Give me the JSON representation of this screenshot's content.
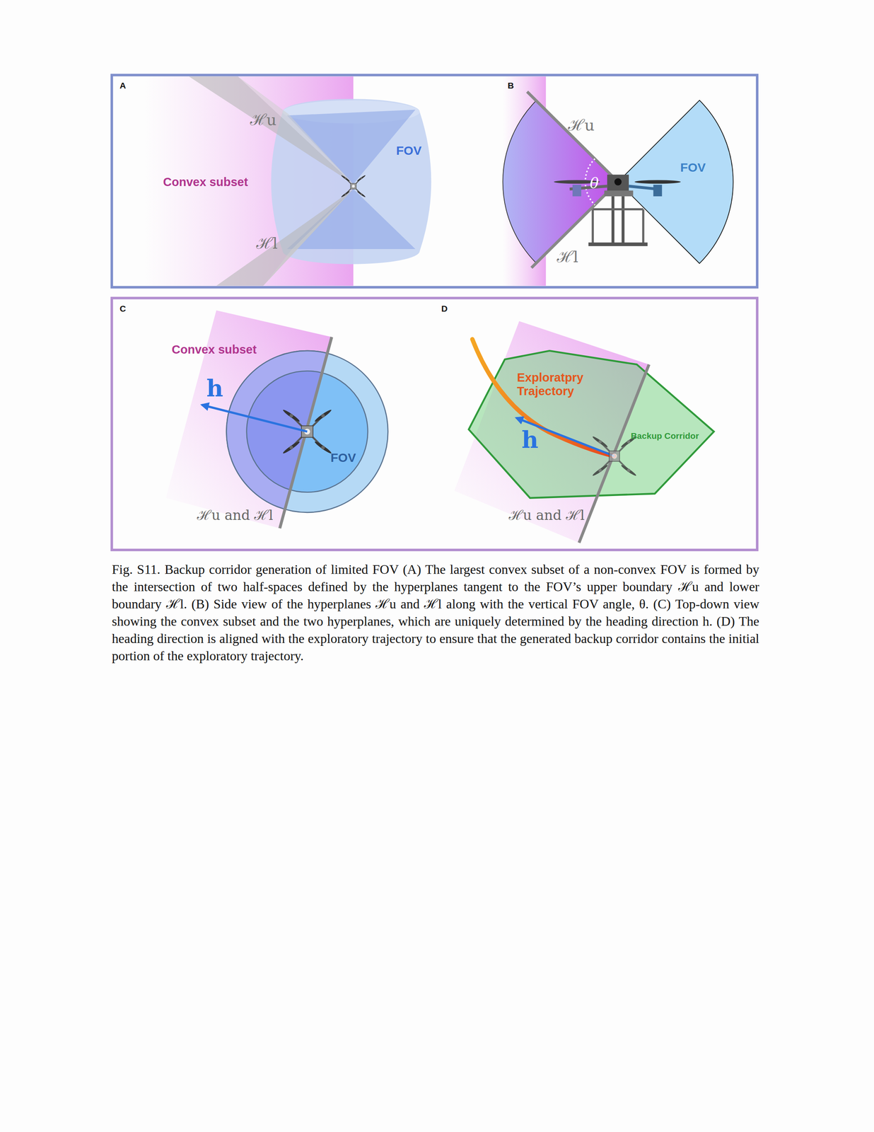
{
  "diagram": {
    "caption": "Fig. S11. Backup corridor generation of limited FOV (A) The largest convex subset of a non-convex FOV is formed by the intersection of two half-spaces defined by the hyperplanes tangent to the FOV’s upper boundary ℋu and lower boundary ℋl. (B) Side view of the hyperplanes ℋu and ℋl along with the vertical FOV angle, θ. (C) Top-down view showing the convex subset and the two hyperplanes, which are uniquely determined by the heading direction h. (D) The heading direction is aligned with the exploratory trajectory to ensure that the generated backup corridor contains the initial portion of the exploratory trajectory.",
    "nodes": [
      {
        "text": [
          "FOV"
        ]
      },
      {
        "text": [
          "FOV"
        ]
      },
      {
        "text": [
          "FOV"
        ]
      },
      {
        "text": [
          "Backup Corridor"
        ]
      }
    ],
    "labels": [
      "A",
      "ℋu",
      "Convex subset",
      "ℋl",
      "B",
      "ℋu",
      "θ",
      "ℋl",
      "C",
      "Convex subset",
      "h",
      "ℋu and ℋl",
      "D",
      "Exploratpry Trajectory",
      "h",
      "ℋu and ℋl"
    ]
  }
}
